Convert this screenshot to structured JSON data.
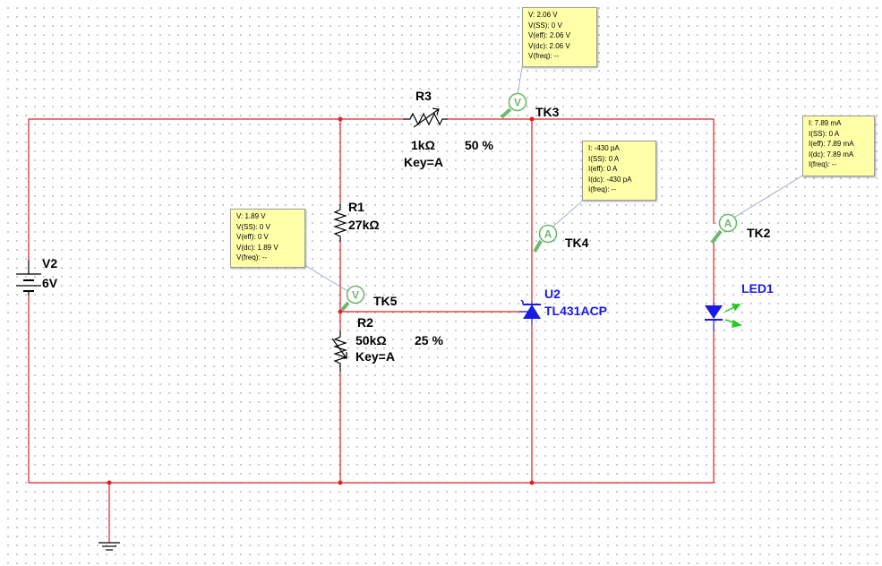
{
  "components": {
    "v2": {
      "name": "V2",
      "value": "6V"
    },
    "r1": {
      "name": "R1",
      "value": "27kΩ"
    },
    "r2": {
      "name": "R2",
      "value": "50kΩ",
      "percent": "25 %",
      "key": "Key=A"
    },
    "r3": {
      "name": "R3",
      "value": "1kΩ",
      "percent": "50 %",
      "key": "Key=A"
    },
    "u2": {
      "name": "U2",
      "part": "TL431ACP"
    },
    "led1": {
      "name": "LED1"
    }
  },
  "probes": {
    "tk3": {
      "name": "TK3",
      "type_symbol": "V",
      "lines": [
        "V: 2.06 V",
        "V(SS): 0 V",
        "V(eff): 2.06 V",
        "V(dc): 2.06 V",
        "V(freq): --"
      ]
    },
    "tk5": {
      "name": "TK5",
      "type_symbol": "V",
      "lines": [
        "V: 1.89 V",
        "V(SS): 0 V",
        "V(eff): 0 V",
        "V(dc): 1.89 V",
        "V(freq): --"
      ]
    },
    "tk4": {
      "name": "TK4",
      "type_symbol": "A",
      "lines": [
        "I: -430 pA",
        "I(SS): 0 A",
        "I(eff): 0 A",
        "I(dc): -430 pA",
        "I(freq): --"
      ]
    },
    "tk2": {
      "name": "TK2",
      "type_symbol": "A",
      "lines": [
        "I: 7.89 mA",
        "I(SS): 0 A",
        "I(eff): 7.89 mA",
        "I(dc): 7.89 mA",
        "I(freq): --"
      ]
    }
  },
  "colors": {
    "wire": "#e02020",
    "component": "#000000",
    "blue_label": "#1a1ae6",
    "probe_fill": "#ffffa8",
    "probe_icon": "#6db86d",
    "led_arrows": "#22cc22"
  }
}
